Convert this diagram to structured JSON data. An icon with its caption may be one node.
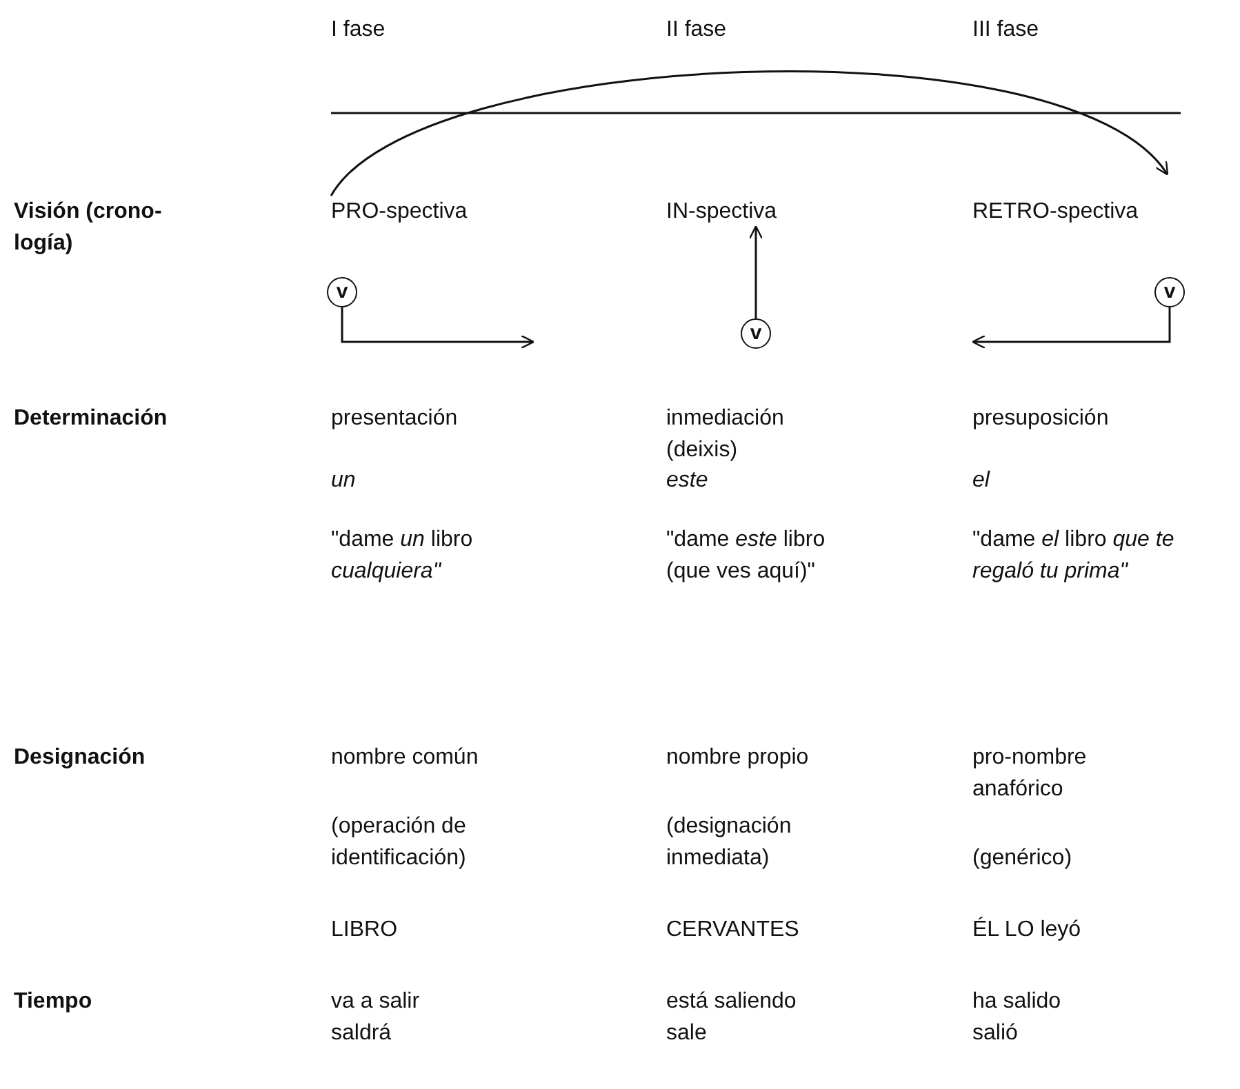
{
  "diagram": {
    "nodes": [
      {
        "text": [
          "PRO-spectiva"
        ]
      },
      {
        "text": [
          "IN-spectiva"
        ]
      },
      {
        "text": [
          "RETRO-spectiva"
        ]
      },
      {
        "text": [
          "v"
        ]
      },
      {
        "text": [
          "v"
        ]
      },
      {
        "text": [
          "v"
        ]
      }
    ],
    "edges": [
      {
        "from": 0,
        "to": 2,
        "arrow": "to"
      },
      {
        "from": 3,
        "to": null,
        "arrow": "to"
      },
      {
        "from": 4,
        "to": 1,
        "arrow": "to"
      },
      {
        "from": 5,
        "to": null,
        "arrow": "to"
      }
    ],
    "labels": [
      "I fase",
      "II fase",
      "III fase",
      "Visión (crono-logía)",
      "Determinación",
      "presentación",
      "inmediación (deixis)",
      "presuposición",
      "un",
      "este",
      "el",
      "\"dame *un* libro *cualquiera\"*",
      "\"dame *este* libro (que ves aquí)\"",
      "\"dame *el* libro *que te regaló tu prima\"*",
      "Designación",
      "nombre común",
      "nombre propio",
      "pro-nombre anafórico",
      "(operación de identificación)",
      "(designación inmediata)",
      "(genérico)",
      "LIBRO",
      "CERVANTES",
      "ÉL LO leyó",
      "Tiempo",
      "va a salir",
      "está saliendo",
      "ha salido",
      "saldrá",
      "sale",
      "salió"
    ]
  }
}
